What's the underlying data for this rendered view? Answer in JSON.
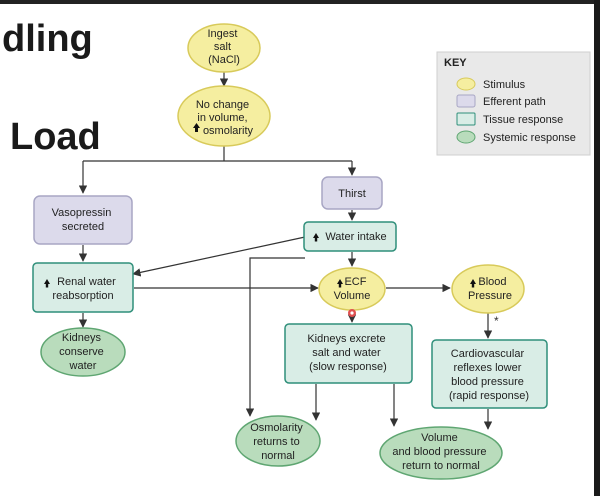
{
  "title": {
    "frag1": "dling",
    "frag2": "Load"
  },
  "nodes": {
    "ingest": [
      "Ingest",
      "salt",
      "(NaCl)"
    ],
    "nochange": [
      "No change",
      "in volume,",
      "osmolarity"
    ],
    "vasopressin": [
      "Vasopressin",
      "secreted"
    ],
    "thirst": [
      "Thirst"
    ],
    "water_intake": [
      "Water intake"
    ],
    "renal": [
      "Renal water",
      "reabsorption"
    ],
    "ecf": [
      "ECF",
      "Volume"
    ],
    "bp": [
      "Blood",
      "Pressure"
    ],
    "kidneys_conserve": [
      "Kidneys",
      "conserve",
      "water"
    ],
    "kidneys_excrete": [
      "Kidneys excrete",
      "salt and water",
      "(slow response)"
    ],
    "cardio": [
      "Cardiovascular",
      "reflexes lower",
      "blood pressure",
      "(rapid response)"
    ],
    "osmolarity": [
      "Osmolarity",
      "returns to",
      "normal"
    ],
    "volume_bp": [
      "Volume",
      "and blood pressure",
      "return to normal"
    ]
  },
  "key": {
    "title": "KEY",
    "items": [
      "Stimulus",
      "Efferent path",
      "Tissue response",
      "Systemic response"
    ]
  },
  "asterisk": "*",
  "colors": {
    "stimulus_fill": "#f5eea0",
    "stimulus_stroke": "#d8ca5a",
    "efferent_fill": "#dcdaeb",
    "efferent_stroke": "#a8a6c4",
    "tissue_fill": "#d9ede6",
    "tissue_stroke": "#2f8f7a",
    "systemic_fill": "#b9dcbc",
    "systemic_stroke": "#5fa672",
    "arrow": "#333333",
    "key_bg": "#e9e9e9"
  }
}
